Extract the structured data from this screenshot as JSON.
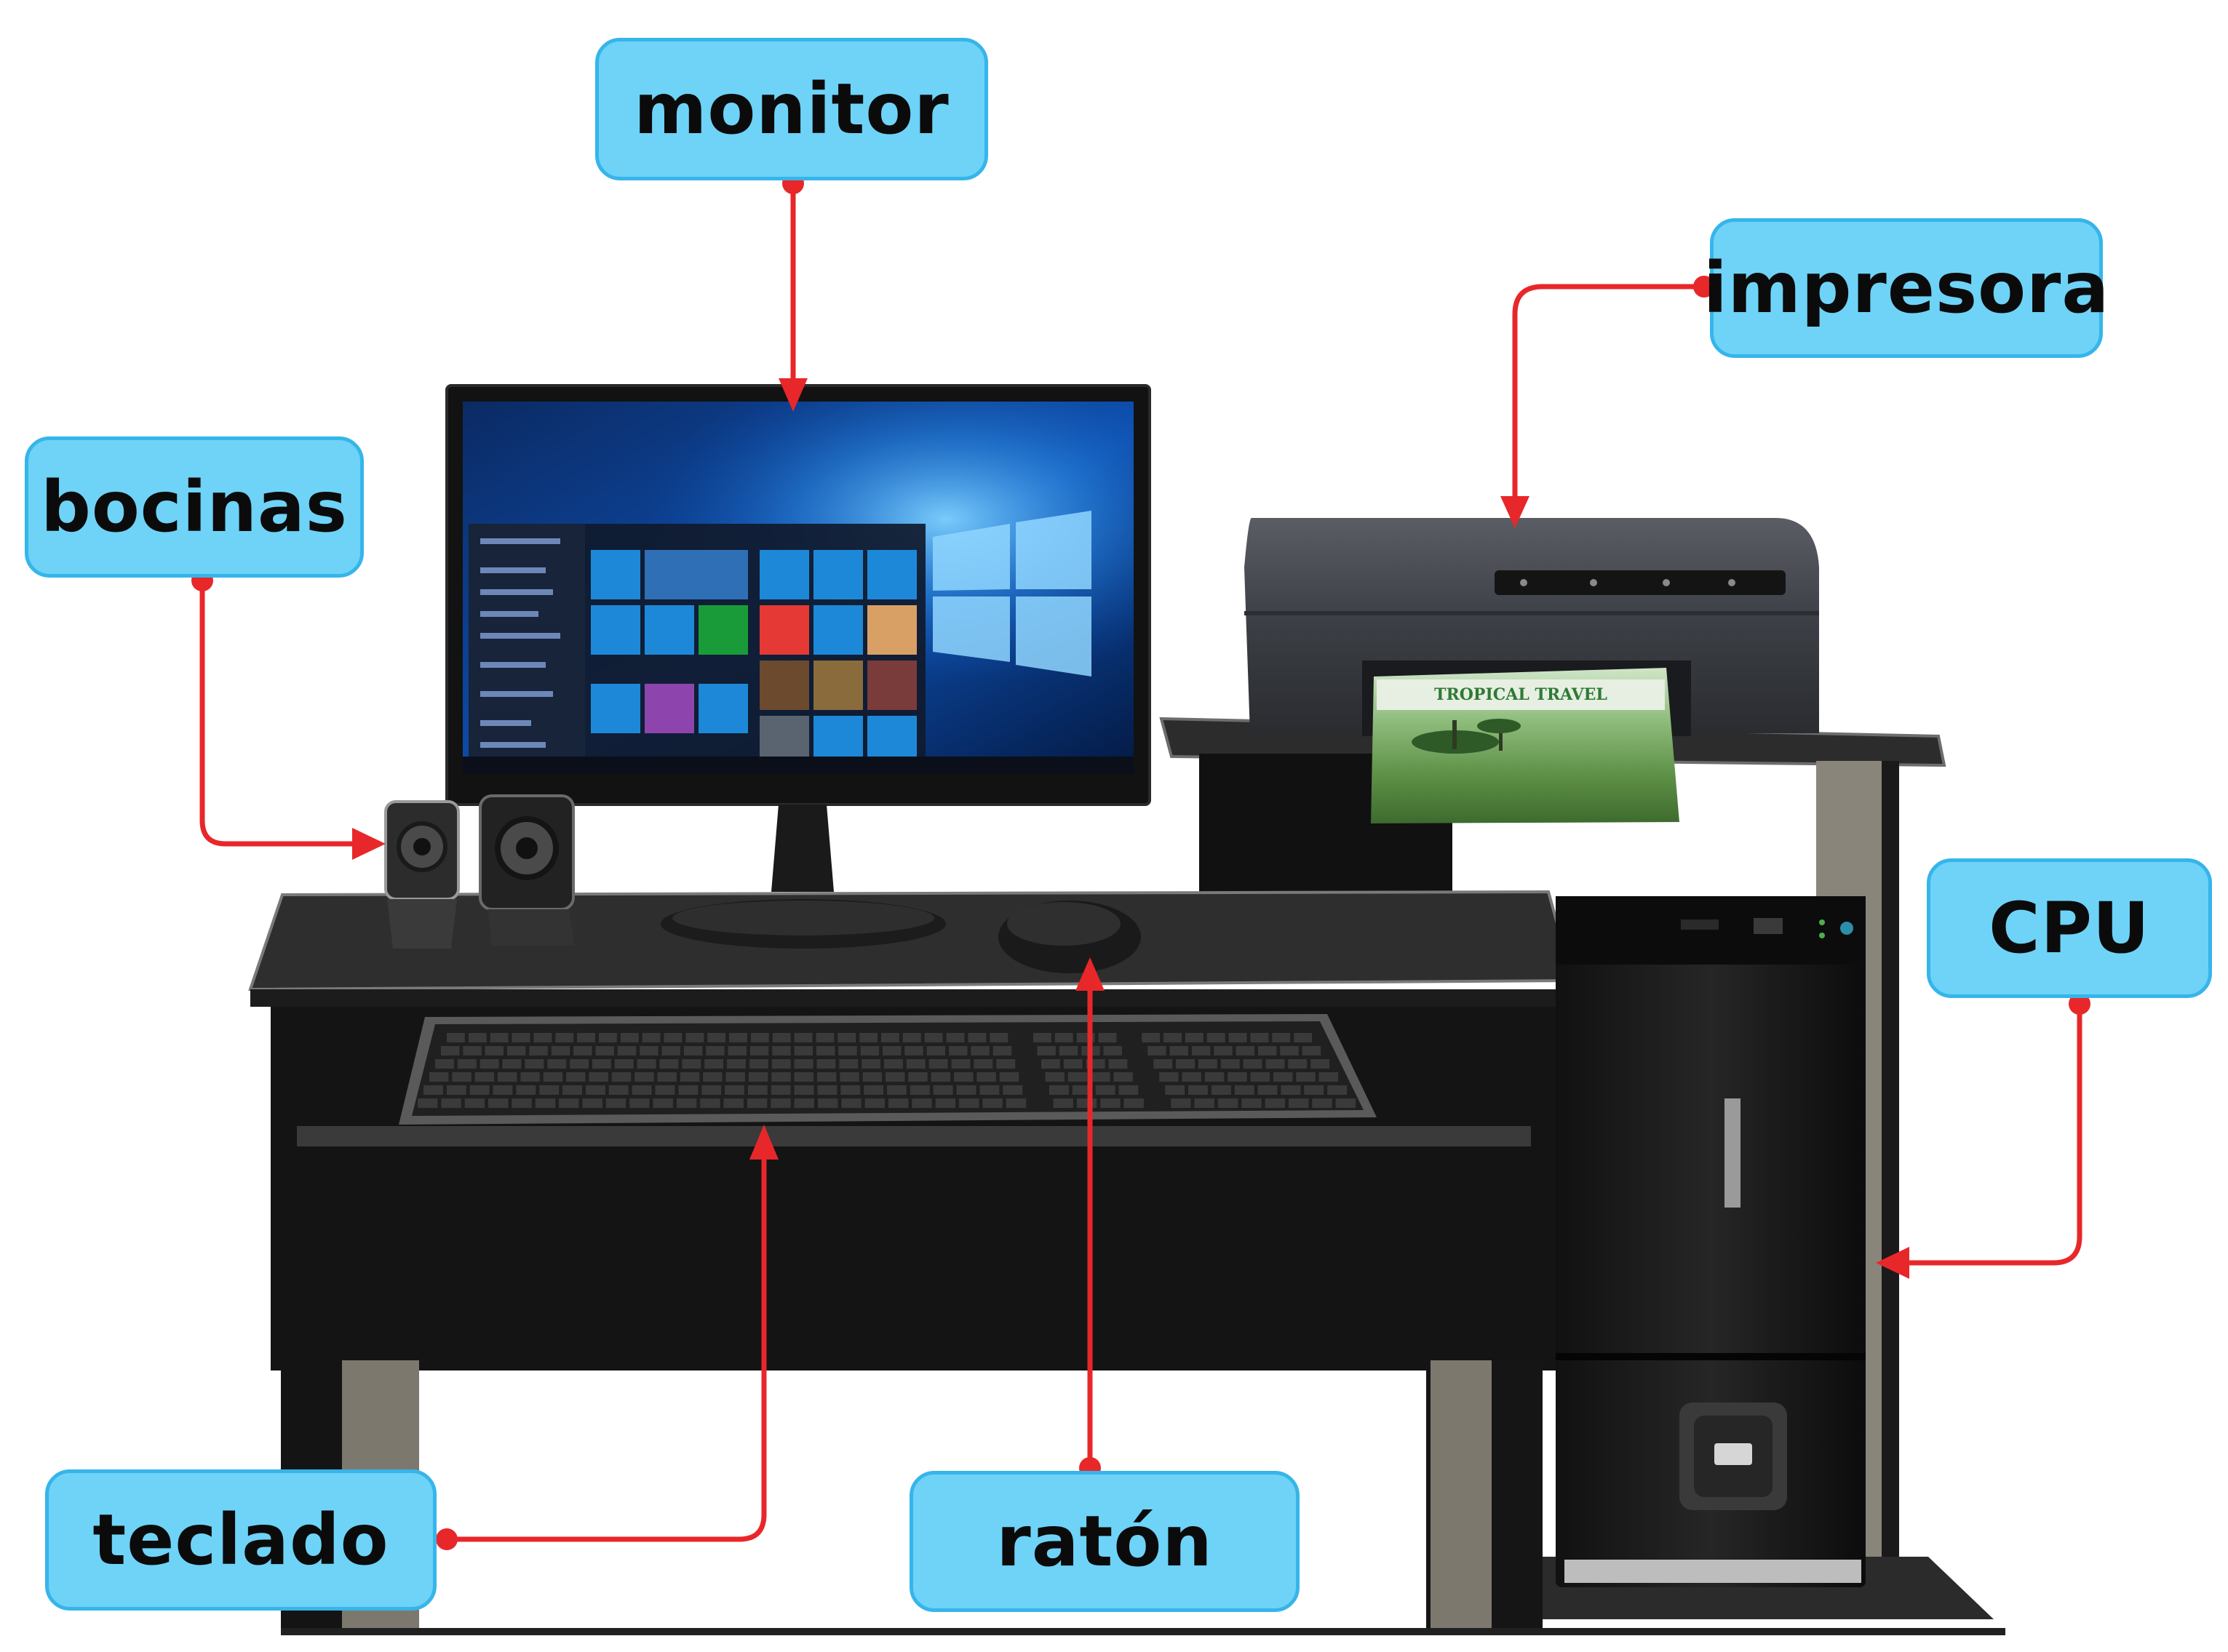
{
  "labels": {
    "monitor": "monitor",
    "impresora": "impresora",
    "bocinas": "bocinas",
    "cpu": "CPU",
    "teclado": "teclado",
    "raton": "ratón"
  },
  "printer_paper_text": "TROPICAL TRAVEL",
  "colors": {
    "label_fill": "#6ed3f7",
    "label_border": "#36b5ea",
    "leader_line": "#e8272a",
    "screen_blue": "#0a3d8f",
    "tile_blue": "#1e88d8"
  }
}
